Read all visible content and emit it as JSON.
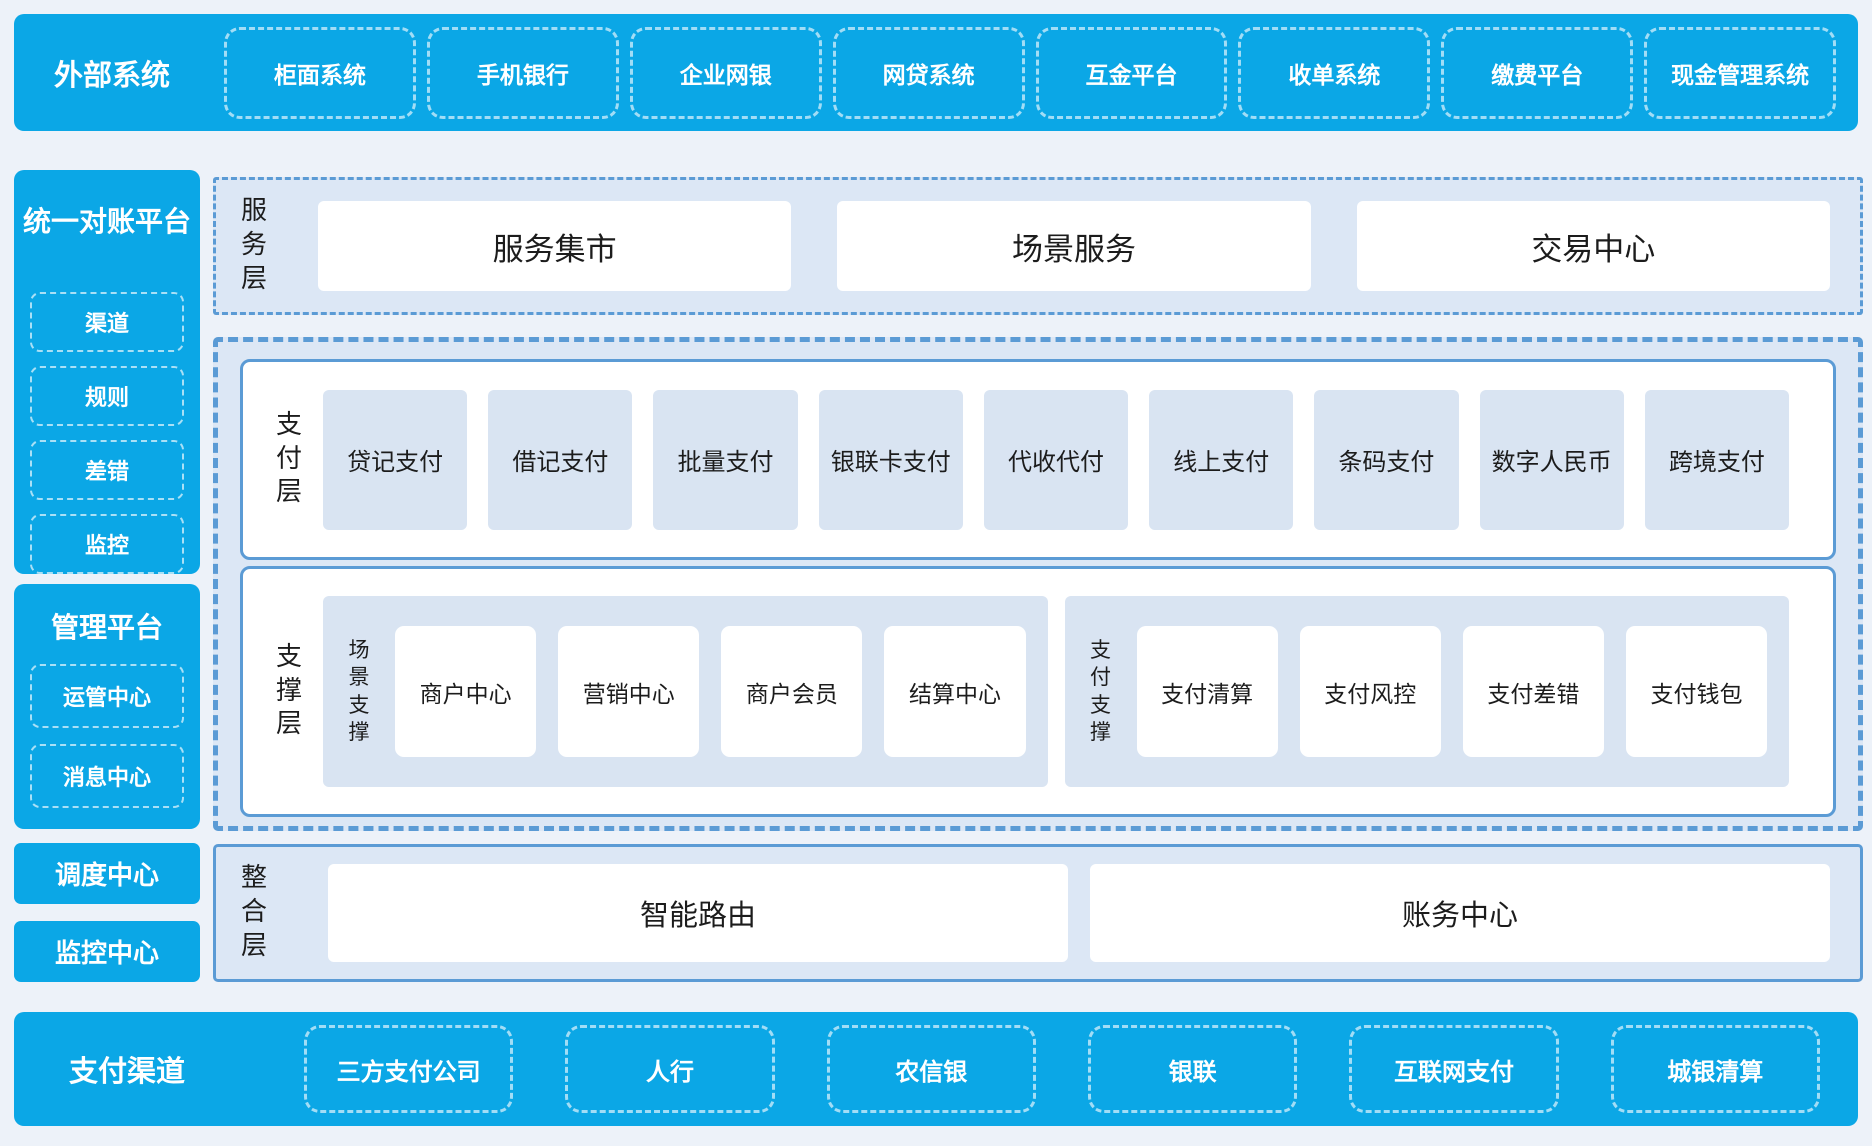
{
  "colors": {
    "blue": "#0ba7e6",
    "border_blue": "#5b9bd5",
    "panel_fill": "#dce7f5",
    "item_fill": "#d9e4f2",
    "page_bg": "#edf2f9",
    "dark_text": "#1c1c1c"
  },
  "top_bar": {
    "label": "外部系统",
    "items": [
      "柜面系统",
      "手机银行",
      "企业网银",
      "网贷系统",
      "互金平台",
      "收单系统",
      "缴费平台",
      "现金管理系统"
    ]
  },
  "sidebar": {
    "recon": {
      "title": "统一对账平台",
      "items": [
        "渠道",
        "规则",
        "差错",
        "监控"
      ]
    },
    "mgmt": {
      "title": "管理平台",
      "items": [
        "运管中心",
        "消息中心"
      ]
    },
    "blocks": [
      "调度中心",
      "监控中心"
    ]
  },
  "service_layer": {
    "label": "服务层",
    "items": [
      "服务集市",
      "场景服务",
      "交易中心"
    ]
  },
  "payment_layer": {
    "label": "支付层",
    "items": [
      "贷记支付",
      "借记支付",
      "批量支付",
      "银联卡支付",
      "代收代付",
      "线上支付",
      "条码支付",
      "数字人民币",
      "跨境支付"
    ]
  },
  "support_layer": {
    "label": "支撑层",
    "groups": [
      {
        "label": "场景支撑",
        "items": [
          "商户中心",
          "营销中心",
          "商户会员",
          "结算中心"
        ]
      },
      {
        "label": "支付支撑",
        "items": [
          "支付清算",
          "支付风控",
          "支付差错",
          "支付钱包"
        ]
      }
    ]
  },
  "integration_layer": {
    "label": "整合层",
    "items": [
      "智能路由",
      "账务中心"
    ]
  },
  "bottom_bar": {
    "label": "支付渠道",
    "items": [
      "三方支付公司",
      "人行",
      "农信银",
      "银联",
      "互联网支付",
      "城银清算"
    ]
  }
}
